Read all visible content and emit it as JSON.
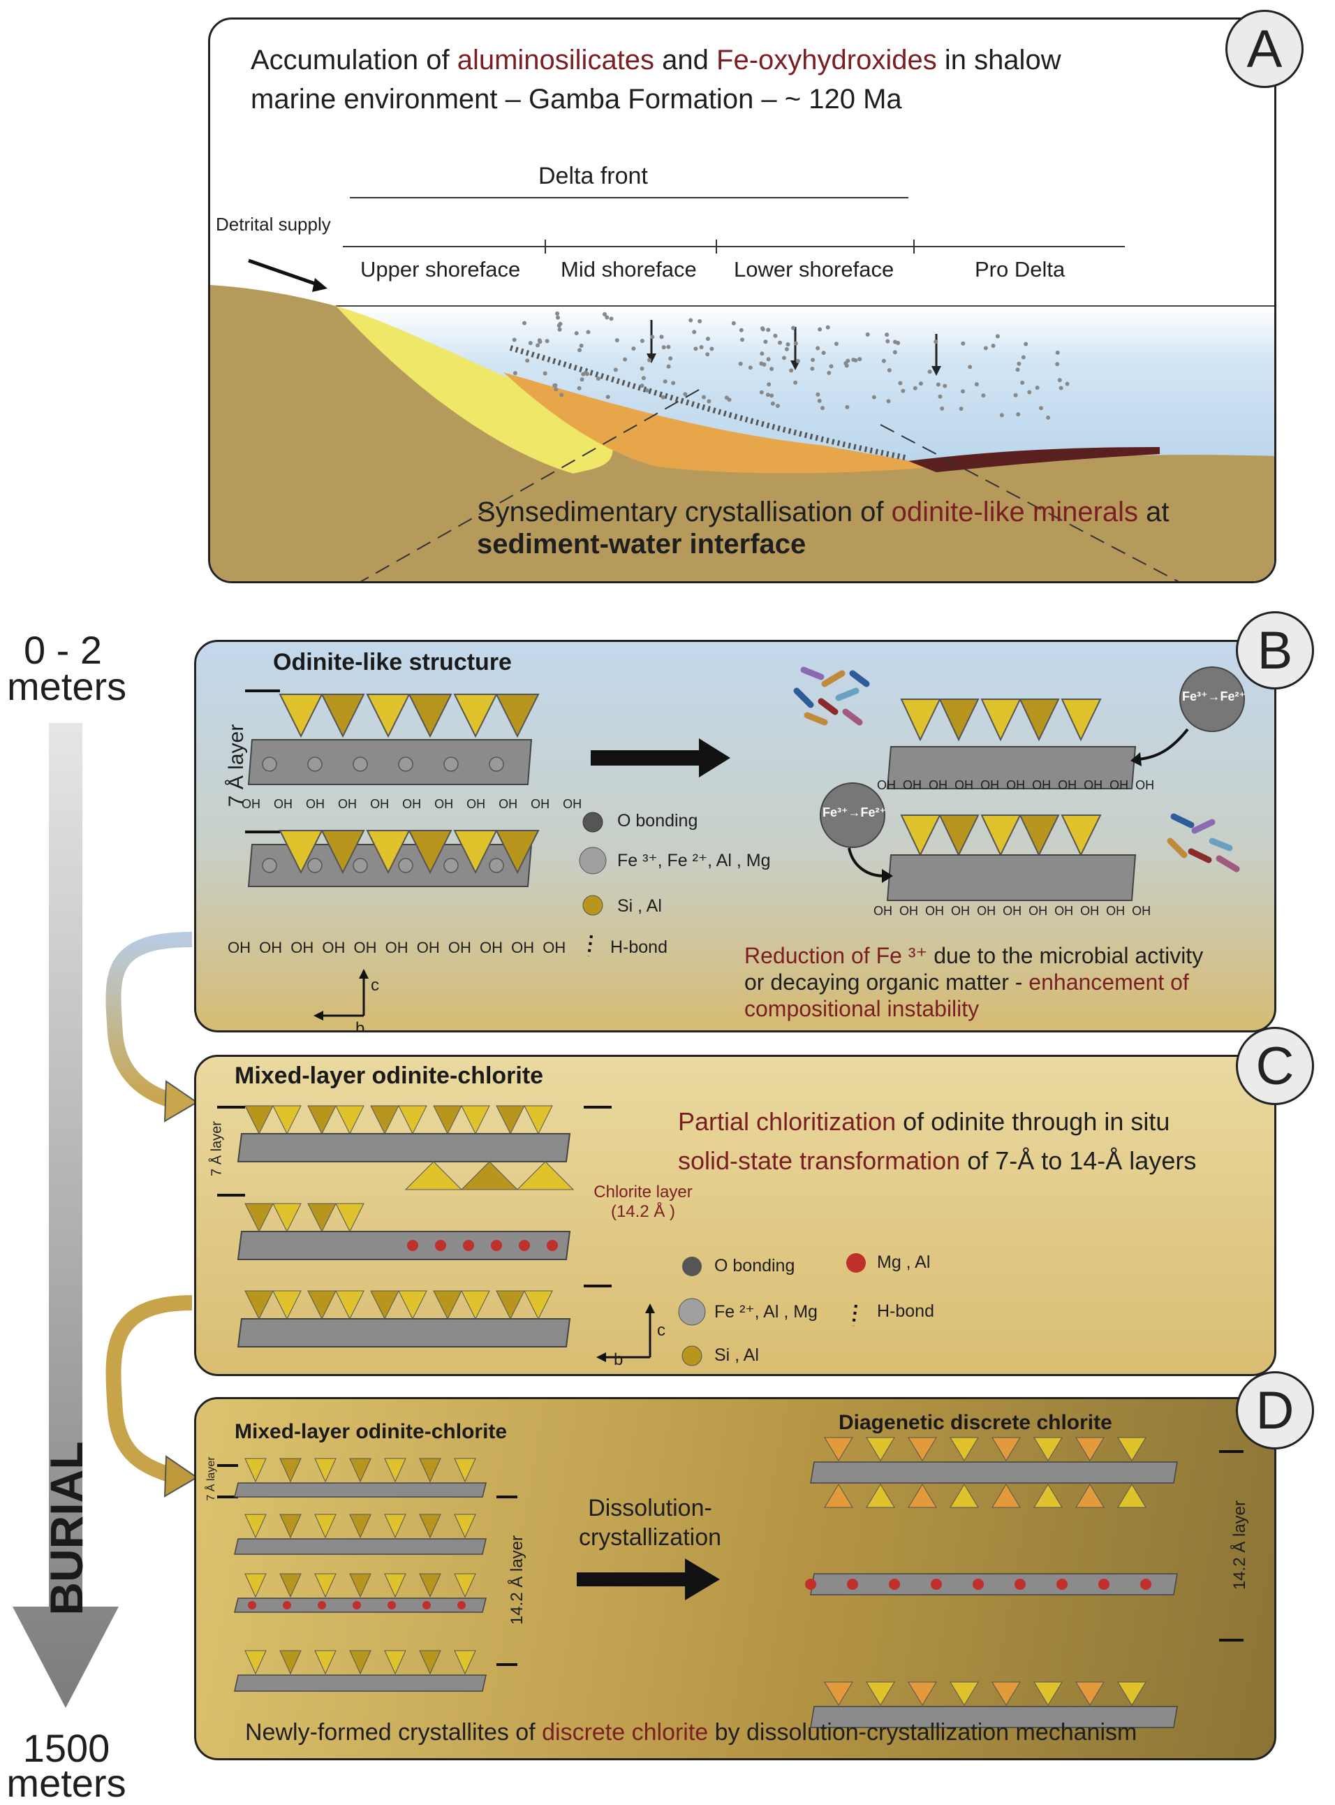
{
  "side": {
    "top_label_1": "0 - 2",
    "top_label_2": "meters",
    "burial": "BURIAL",
    "bottom_label_1": "1500",
    "bottom_label_2": "meters"
  },
  "panelA": {
    "letter": "A",
    "title_1": "Accumulation of ",
    "title_r1": "aluminosilicates",
    "title_2": " and ",
    "title_r2": "Fe-oxyhydroxides",
    "title_3": " in shalow",
    "title_line2": "marine environment – Gamba Formation –  ~ 120 Ma",
    "delta_front": "Delta front",
    "detrital": "Detrital supply",
    "zones": [
      "Upper shoreface",
      "Mid shoreface",
      "Lower shoreface",
      "Pro Delta"
    ],
    "synsed_1": "Synsedimentary crystallisation of ",
    "synsed_r": "odinite-like minerals",
    "synsed_2": " at",
    "synsed_line2": "sediment-water interface"
  },
  "panelB": {
    "letter": "B",
    "title": "Odinite-like structure",
    "layer_label": "7 Å layer",
    "legend": {
      "o": "O bonding",
      "fe": "Fe ³⁺, Fe ²⁺, Al , Mg",
      "si": "Si , Al",
      "hb": "H-bond"
    },
    "fe_ball": "Fe³⁺→Fe²⁺",
    "axis_c": "c",
    "axis_b": "b",
    "oh": "OH",
    "reduction_r": "Reduction of Fe ³⁺",
    "reduction_1": " due to the microbial activity",
    "reduction_line2_1": "or decaying organic matter - ",
    "reduction_line2_r": "enhancement of",
    "reduction_line3_r": "compositional instability"
  },
  "panelC": {
    "letter": "C",
    "title": "Mixed-layer odinite-chlorite",
    "layer_label": "7 Å layer",
    "chlorite_1": "Chlorite layer",
    "chlorite_2": "(14.2 Å )",
    "desc_r1": "Partial chloritization",
    "desc_1": " of odinite through in situ",
    "desc_r2": "solid-state transformation",
    "desc_2": " of 7-Å to 14-Å layers",
    "legend": {
      "o": "O bonding",
      "fe": "Fe ²⁺, Al , Mg",
      "si": "Si , Al",
      "mg": "Mg , Al",
      "hb": "H-bond"
    },
    "axis_c": "c",
    "axis_b": "b"
  },
  "panelD": {
    "letter": "D",
    "title_left": "Mixed-layer odinite-chlorite",
    "title_right": "Diagenetic discrete chlorite",
    "layer_7": "7 Å layer",
    "layer_14_left": "14.2 Å layer",
    "layer_14_right": "14.2 Å layer",
    "dissolution_1": "Dissolution-",
    "dissolution_2": "crystallization",
    "bottom_1": "Newly-formed crystallites of ",
    "bottom_r": "discrete chlorite",
    "bottom_2": " by dissolution-crystallization mechanism"
  },
  "colors": {
    "dark_red": "#7a1e24",
    "yellow": "#e8c52a",
    "sand": "#b59a5b",
    "grey": "#8a8a8a"
  }
}
